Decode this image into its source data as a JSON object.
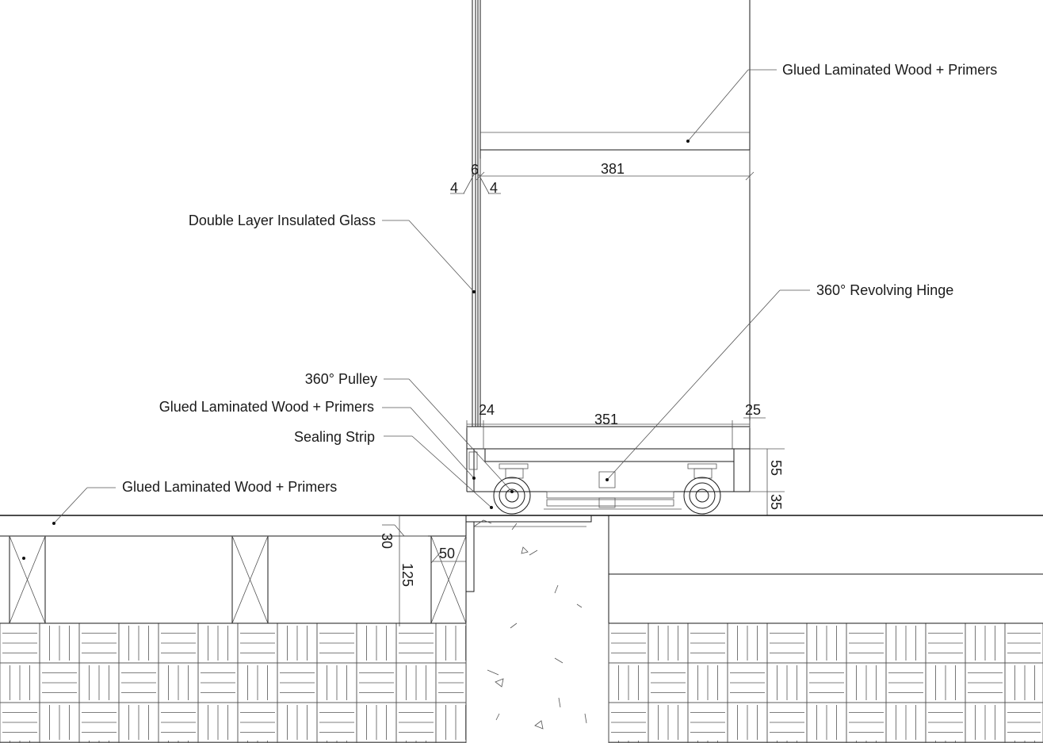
{
  "colors": {
    "line": "#1a1a1a",
    "background": "#ffffff"
  },
  "labels": {
    "top_beam": "Glued Laminated Wood + Primers",
    "glass": "Double Layer Insulated Glass",
    "hinge": "360° Revolving Hinge",
    "pulley": "360° Pulley",
    "frame": "Glued Laminated Wood + Primers",
    "sealing": "Sealing Strip",
    "floor": "Glued Laminated Wood + Primers"
  },
  "dimensions": {
    "glass_gap": "6",
    "glass_left": "4",
    "glass_right": "4",
    "top_width": "381",
    "frame_left": "24",
    "frame_width": "351",
    "frame_right": "25",
    "frame_height": "55",
    "wheel_height": "35",
    "floor_board": "30",
    "joist_height": "125",
    "joist_width": "50"
  }
}
